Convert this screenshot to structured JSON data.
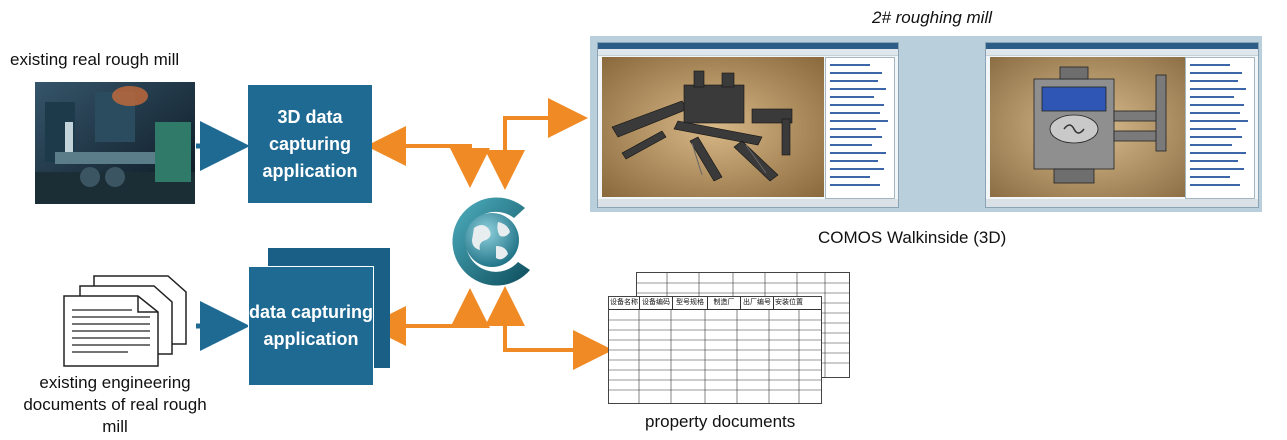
{
  "labels": {
    "existing_mill": "existing real rough mill",
    "existing_docs": "existing engineering documents of real rough mill",
    "roughing_mill": "2# roughing mill",
    "walkinside": "COMOS Walkinside (3D)",
    "property_docs": "property documents"
  },
  "boxes": {
    "capture_3d": "3D data capturing application",
    "capture_data": "data capturing application"
  },
  "colors": {
    "box_blue": "#1f6a93",
    "arrow_orange": "#f08a24",
    "arrow_blue": "#1f6a93",
    "frame_bg": "#b9cfdb"
  },
  "icons": {
    "comos_logo": "globe-with-c-ring",
    "docs": "stacked-document-pages"
  },
  "table_headers": [
    "设备名称",
    "设备编码",
    "型号规格",
    "制造厂",
    "出厂编号",
    "安装位置"
  ]
}
